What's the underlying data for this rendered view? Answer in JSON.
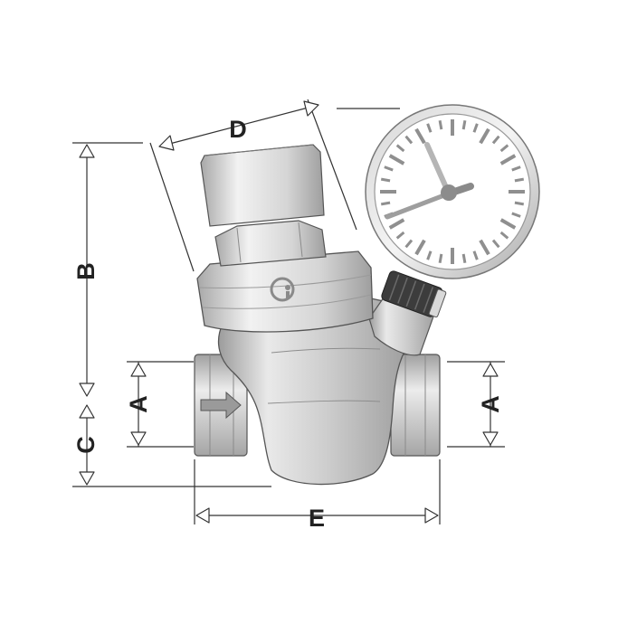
{
  "diagram": {
    "dimensions": {
      "a_left": "A",
      "a_right": "A",
      "b": "B",
      "c": "C",
      "d": "D",
      "e": "E"
    },
    "icons": [
      "brand-logo-icon",
      "flow-direction-arrow-icon",
      "pressure-gauge-icon"
    ],
    "colors": {
      "line": "#333333",
      "metal_light": "#e8e8e8",
      "metal_mid": "#cfcfcf",
      "metal_dark": "#9a9a9a",
      "gauge_face": "#ffffff",
      "cap_dark": "#3a3a3a"
    }
  }
}
